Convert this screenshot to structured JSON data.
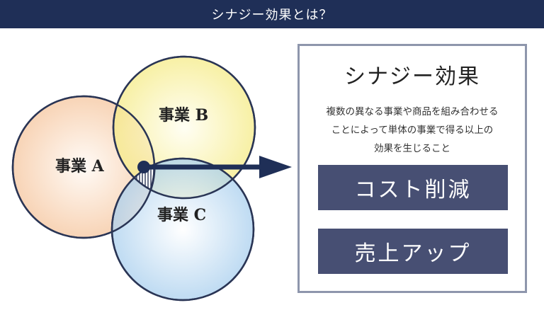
{
  "header": {
    "title": "シナジー効果とは？"
  },
  "venn": {
    "circle_a": {
      "label": "事業 A",
      "color": "#f9d9bf"
    },
    "circle_b": {
      "label": "事業 B",
      "color": "#f8f1a0"
    },
    "circle_c": {
      "label": "事業 C",
      "color": "#bcdaf1"
    },
    "outline_color": "#2a3555"
  },
  "panel": {
    "title": "シナジー効果",
    "description_lines": [
      "複数の異なる事業や商品を組み合わせる",
      "ことによって単体の事業で得る以上の",
      "効果を生じること"
    ],
    "items": [
      "コスト削減",
      "売上アップ"
    ],
    "item_color": "#474f73",
    "border_color": "#8e96ac"
  },
  "colors": {
    "header_bg": "#1f2f57",
    "arrow": "#1f2f57"
  }
}
